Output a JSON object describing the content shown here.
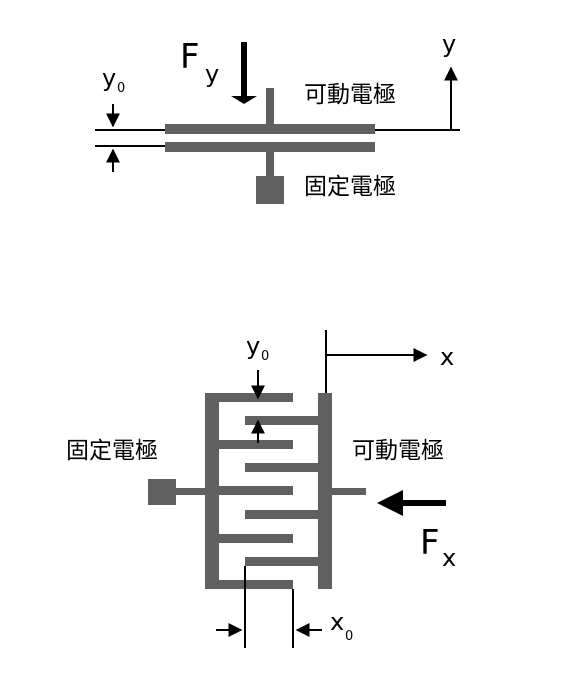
{
  "colors": {
    "electrode": "#606060",
    "line": "#000000",
    "background": "#ffffff"
  },
  "top_figure": {
    "force_label": "F",
    "force_subscript": "y",
    "axis_label": "y",
    "gap_label": "y",
    "gap_subscript": "0",
    "movable_label": "可動電極",
    "fixed_label": "固定電極"
  },
  "bottom_figure": {
    "force_label": "F",
    "force_subscript": "x",
    "axis_label": "x",
    "gap_y_label": "y",
    "gap_y_subscript": "0",
    "gap_x_label": "x",
    "gap_x_subscript": "0",
    "movable_label": "可動電極",
    "fixed_label": "固定電極"
  }
}
